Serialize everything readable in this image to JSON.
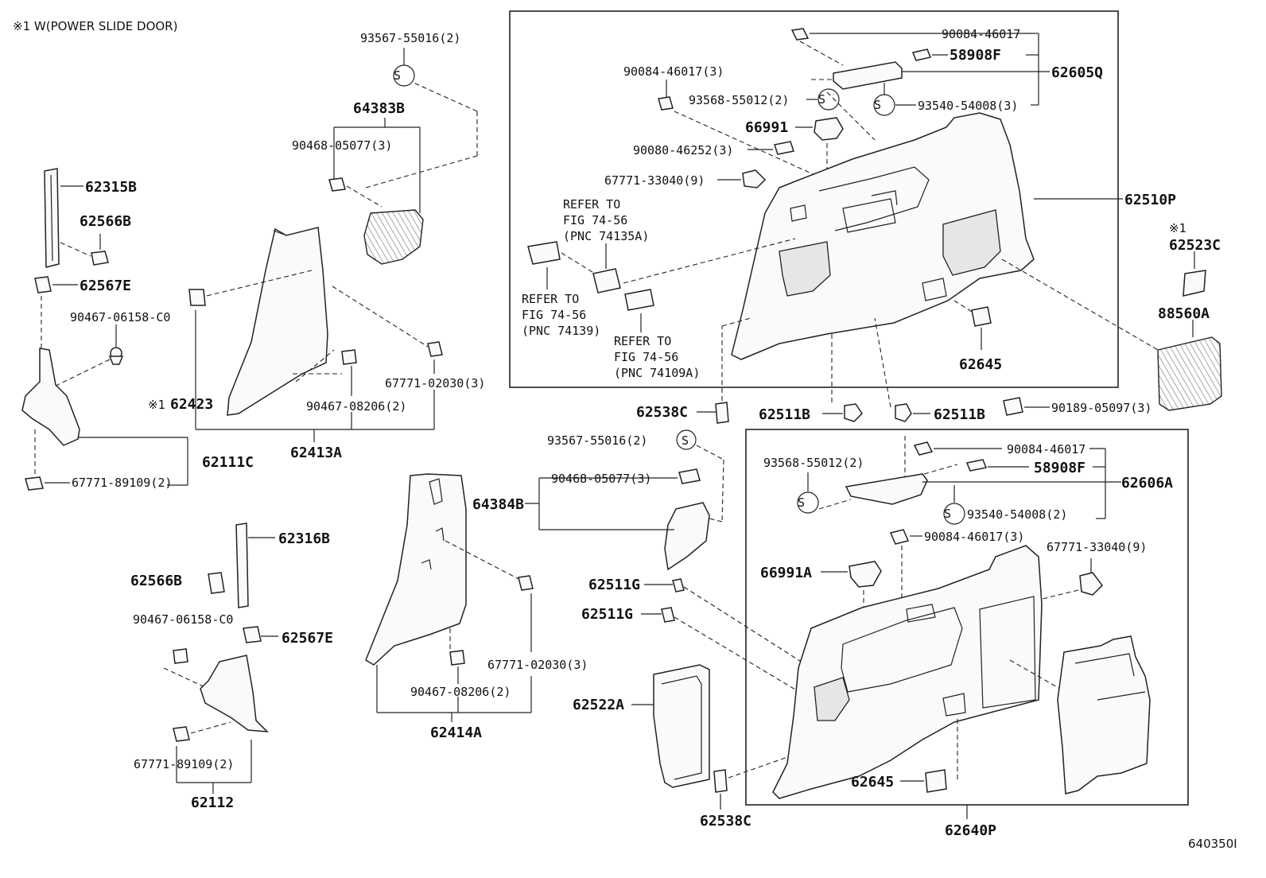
{
  "header": {
    "note": "※1 W(POWER SLIDE DOOR)"
  },
  "figure_id": "640350I",
  "labels": {
    "l01": "93567-55016(2)",
    "l02": "64383B",
    "l03": "90468-05077(3)",
    "l04": "62315B",
    "l05": "62566B",
    "l06": "62567E",
    "l07": "90467-06158-C0",
    "l08": "62423",
    "l09": "67771-02030(3)",
    "l10": "90467-08206(2)",
    "l11": "62413A",
    "l12": "62111C",
    "l13": "67771-89109(2)",
    "l14": "90084-46017",
    "l15": "58908F",
    "l16": "62605Q",
    "l17": "90084-46017(3)",
    "l18": "93568-55012(2)",
    "l19": "93540-54008(3)",
    "l20": "66991",
    "l21": "90080-46252(3)",
    "l22": "67771-33040(9)",
    "l23": "62510P",
    "l24a": "REFER TO",
    "l24b": "FIG 74-56",
    "l24c": "(PNC 74135A)",
    "l25a": "REFER TO",
    "l25b": "FIG 74-56",
    "l25c": "(PNC 74139)",
    "l26a": "REFER TO",
    "l26b": "FIG 74-56",
    "l26c": "(PNC 74109A)",
    "l27": "62645",
    "l28": "62523C",
    "l29": "88560A",
    "l30": "62538C",
    "l31": "62511B",
    "l32": "62511B",
    "l33": "90189-05097(3)",
    "l34": "93567-55016(2)",
    "l35": "90468-05077(3)",
    "l36": "64384B",
    "l37": "62316B",
    "l38": "62566B",
    "l39": "90467-06158-C0",
    "l40": "62567E",
    "l41": "62511G",
    "l42": "62511G",
    "l43": "67771-02030(3)",
    "l44": "90467-08206(2)",
    "l45": "62414A",
    "l46": "62522A",
    "l47": "67771-89109(2)",
    "l48": "62112",
    "l49": "62538C",
    "l50": "90084-46017",
    "l51": "93568-55012(2)",
    "l52": "58908F",
    "l53": "62606A",
    "l54": "93540-54008(2)",
    "l55": "90084-46017(3)",
    "l56": "67771-33040(9)",
    "l57": "66991A",
    "l58": "62645",
    "l59": "62640P"
  },
  "marks": {
    "note1": "※1",
    "s": "S"
  }
}
